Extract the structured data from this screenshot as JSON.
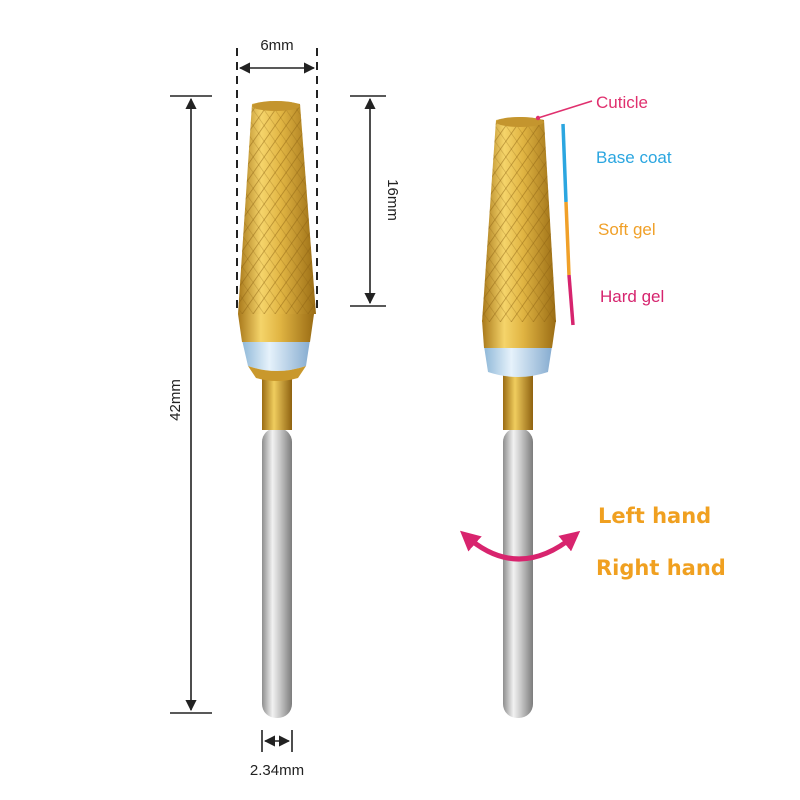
{
  "dimensions": {
    "head_width": "6mm",
    "head_length": "16mm",
    "total_length": "42mm",
    "shank_diameter": "2.34mm"
  },
  "layers": [
    {
      "label": "Cuticle",
      "color": "#e0306e"
    },
    {
      "label": "Base coat",
      "color": "#2ba6e0"
    },
    {
      "label": "Soft gel",
      "color": "#f0a028"
    },
    {
      "label": "Hard gel",
      "color": "#d6246e"
    }
  ],
  "rotation": {
    "left": "Left hand",
    "right": "Right hand",
    "text_color": "#f0a020",
    "arrow_color": "#d8246e"
  },
  "colors": {
    "gold": "#d9ad3a",
    "band": "#b7d6ef",
    "shank": "#c9c9c9"
  }
}
